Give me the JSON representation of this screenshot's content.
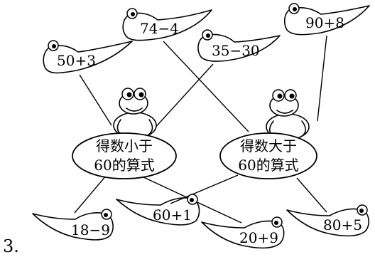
{
  "problem_number": "3.",
  "frogs": {
    "left": {
      "line1": "得数小于",
      "line2": "60的算式"
    },
    "right": {
      "line1": "得数大于",
      "line2": "60的算式"
    }
  },
  "tadpoles": {
    "t50_3": "50+3",
    "t74_4": "74−4",
    "t35_30": "35−30",
    "t90_8": "90+8",
    "t18_9": "18−9",
    "t60_1": "60+1",
    "t20_9": "20+9",
    "t80_5": "80+5"
  }
}
